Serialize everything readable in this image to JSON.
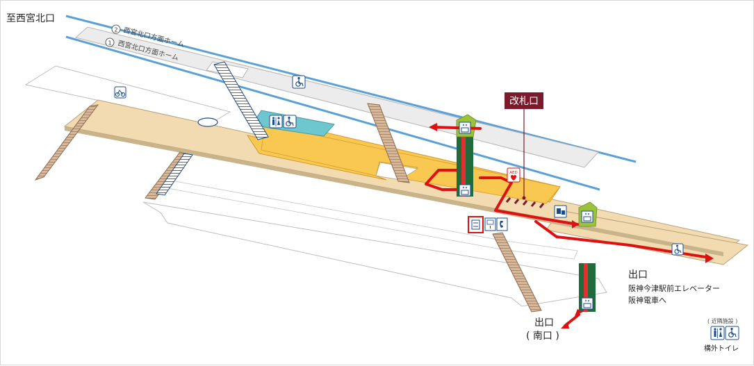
{
  "direction_label": "至西宮北口",
  "platforms": [
    {
      "number": "2",
      "label": "西宮北口方面ホーム"
    },
    {
      "number": "1",
      "label": "西宮北口方面ホーム"
    }
  ],
  "ticket_gate_label": "改札口",
  "exit_label": "出口",
  "exit_sub_1": "阪神今津駅前エレベーター",
  "exit_sub_2": "阪神電車へ",
  "south_exit_label": "出口",
  "south_exit_sub": "( 南口 )",
  "legend": {
    "title": "( 近隣施設 )",
    "caption": "構外トイレ"
  },
  "icons": [
    "bicycle-icon",
    "wheelchair-icon",
    "restroom-icon",
    "elevator-icon",
    "ticket-machine-icon",
    "charge-machine-icon",
    "telephone-icon",
    "aed-icon",
    "escalator-icon",
    "stairs-icon"
  ],
  "colors": {
    "railway_line": "#5aa0d6",
    "route_arrow": "#dd1111",
    "concourse": "#f2dbb0",
    "paid_area": "#f8c851",
    "restroom_area": "#6ec7cf",
    "elevator_shaft": "#1f6b3c",
    "elevator_top": "#9ac33b",
    "ticket_gate_label_bg": "#7a1a2a",
    "icon_blue": "#1a4a8c"
  }
}
